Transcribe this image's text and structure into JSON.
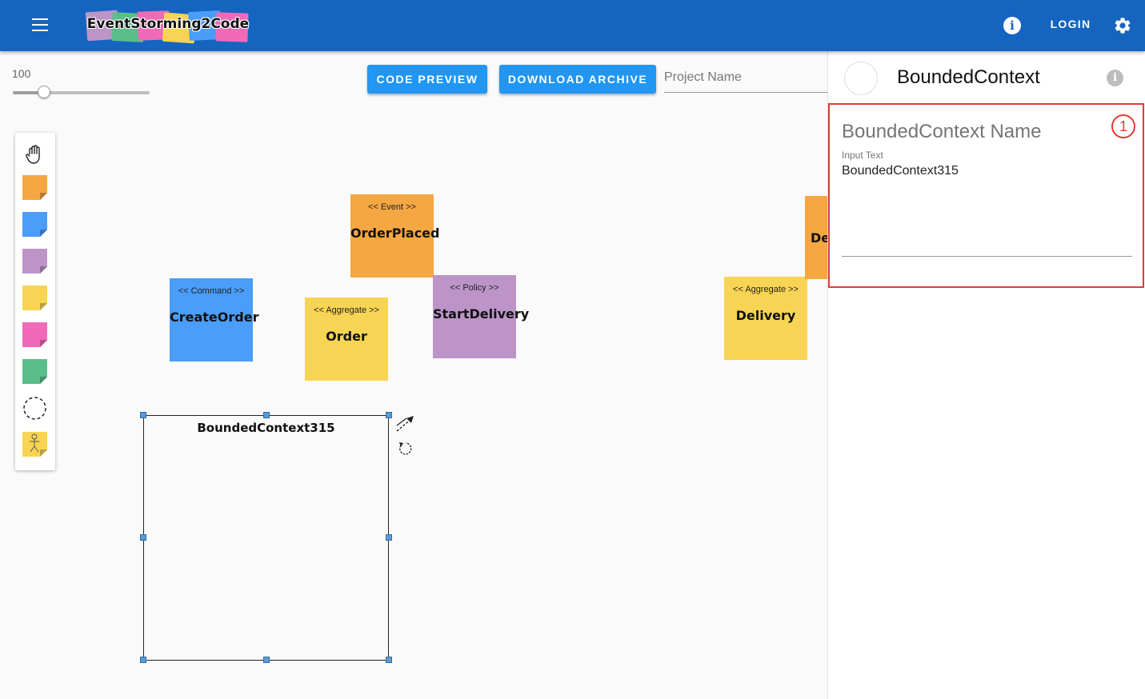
{
  "header": {
    "logo_text": "EventStorming2Code",
    "login_label": "LOGIN",
    "brand_color": "#1565c0"
  },
  "zoom": {
    "value": "100",
    "level_fraction": 0.23
  },
  "toolbar": {
    "code_preview_label": "CODE PREVIEW",
    "download_archive_label": "DOWNLOAD ARCHIVE",
    "project_name_placeholder": "Project Name"
  },
  "palette": {
    "items": [
      {
        "icon": "hand-icon"
      },
      {
        "icon": "event-sticky-icon",
        "color": "#f4a742"
      },
      {
        "icon": "command-sticky-icon",
        "color": "#4a9df8"
      },
      {
        "icon": "policy-sticky-icon",
        "color": "#bc94c8"
      },
      {
        "icon": "aggregate-sticky-icon",
        "color": "#f8d454"
      },
      {
        "icon": "external-sticky-icon",
        "color": "#f06ab8"
      },
      {
        "icon": "view-sticky-icon",
        "color": "#5bbd8a"
      },
      {
        "icon": "bounded-context-icon"
      },
      {
        "icon": "actor-icon",
        "color": "#f8d454"
      }
    ]
  },
  "canvas": {
    "stickies": {
      "order_placed": {
        "stereotype": "<< Event >>",
        "name": "OrderPlaced",
        "color": "#f4a742"
      },
      "create_order": {
        "stereotype": "<< Command >>",
        "name": "CreateOrder",
        "color": "#4a9df8"
      },
      "order": {
        "stereotype": "<< Aggregate >>",
        "name": "Order",
        "color": "#f8d454"
      },
      "start_delivery": {
        "stereotype": "<< Policy >>",
        "name": "StartDelivery",
        "color": "#bc94c8"
      },
      "delivery": {
        "stereotype": "<< Aggregate >>",
        "name": "Delivery",
        "color": "#f8d454"
      },
      "partial_event": {
        "name": "Del",
        "color": "#f4a742"
      }
    },
    "bounded_context": {
      "name": "BoundedContext315"
    }
  },
  "panel": {
    "title": "BoundedContext",
    "field_title": "BoundedContext Name",
    "field_label": "Input Text",
    "field_value": "BoundedContext315",
    "badge": "1",
    "highlight_color": "#e53935"
  }
}
